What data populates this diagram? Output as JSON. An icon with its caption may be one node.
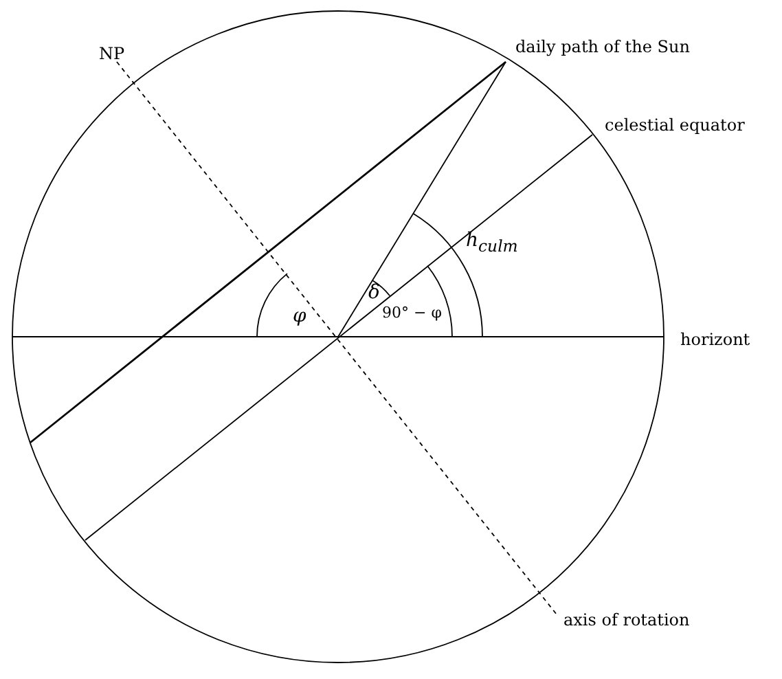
{
  "diagram": {
    "labels": [
      "NP",
      "daily path of the Sun",
      "celestial equator",
      "φ",
      "δ",
      "h$_{culm}$",
      "90° − φ",
      "horizont",
      "axis of rotation"
    ]
  }
}
